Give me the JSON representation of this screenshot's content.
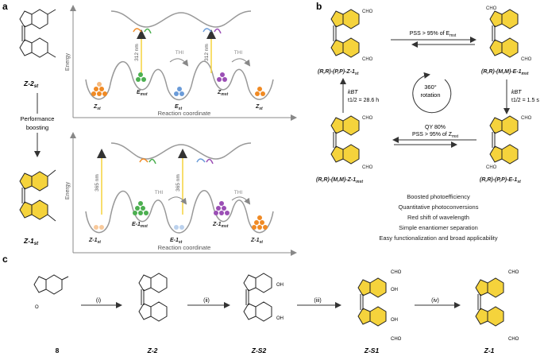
{
  "panels": {
    "a": "a",
    "b": "b",
    "c": "c"
  },
  "panel_a": {
    "top_molecule": "Z-2",
    "top_molecule_sub": "st",
    "arrow_label_line1": "Performance",
    "arrow_label_line2": "boosting",
    "bottom_molecule": "Z-1",
    "bottom_molecule_sub": "st",
    "energy_axis": "Energy",
    "reaction_axis": "Reaction coordinate",
    "top_plot": {
      "light_1": "312 nm",
      "light_2": "312 nm",
      "thi_1": "THI",
      "thi_2": "THI",
      "states": [
        "Z",
        "E",
        "E",
        "Z",
        "Z"
      ],
      "state_subs": [
        "st",
        "mst",
        "st",
        "mst",
        "st"
      ]
    },
    "bottom_plot": {
      "light_1": "365 nm",
      "light_2": "365 nm",
      "thi_1": "THI",
      "thi_2": "THI",
      "states": [
        "Z-1",
        "E-1",
        "E-1",
        "Z-1",
        "Z-1"
      ],
      "state_subs": [
        "st",
        "mst",
        "st",
        "mst",
        "st"
      ]
    },
    "colors": {
      "orange": "#f08a24",
      "green": "#4caf50",
      "blue": "#6a9bd8",
      "purple": "#9b4fb5",
      "yellow": "#f5d33c"
    }
  },
  "panel_b": {
    "top_left": "(R,R)-(P,P)-Z-1",
    "top_left_sub": "st",
    "top_right": "(R,R)-(M,M)-E-1",
    "top_right_sub": "mst",
    "bottom_left": "(R,R)-(M,M)-Z-1",
    "bottom_left_sub": "mst",
    "bottom_right": "(R,R)-(P,P)-E-1",
    "bottom_right_sub": "st",
    "top_arrow_label": "PSS > 95% of E",
    "top_arrow_sub": "mst",
    "bottom_arrow_qy": "QY 80%",
    "bottom_arrow_label": "PSS > 95% of Z",
    "bottom_arrow_sub": "mst",
    "left_kbt": "kBT",
    "left_half_life": "t1/2 = 28.6 h",
    "right_kbt": "kBT",
    "right_half_life": "t1/2 = 1.5 s",
    "center_label_1": "360°",
    "center_label_2": "rotation",
    "cho": "CHO",
    "benefits": [
      "Boosted photoefficiency",
      "Quantitative photoconversions",
      "Red shift of wavelength",
      "Simple enantiomer separation",
      "Easy functionalization and broad applicability"
    ]
  },
  "panel_c": {
    "steps": [
      "(i)",
      "(ii)",
      "(iii)",
      "(iv)"
    ],
    "compounds": [
      "8",
      "Z-2",
      "Z-S2",
      "Z-S1",
      "Z-1"
    ],
    "oh": "OH",
    "cho": "CHO",
    "o": "O"
  }
}
